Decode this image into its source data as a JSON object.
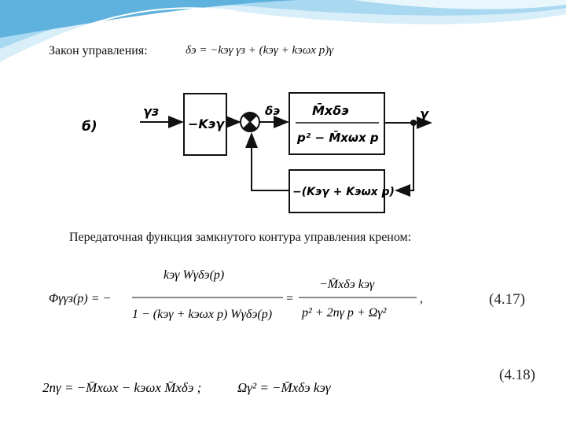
{
  "headings": {
    "control_law": "Закон управления:",
    "transfer_function": "Передаточная функция замкнутого контура управления креном:"
  },
  "control_law_formula": "δэ = −kэγ γз + (kэγ + kэωx p)γ",
  "diagram": {
    "label": "б)",
    "input_signal": "γз",
    "gain_block": "−Kэγ",
    "summer_output": "δэ",
    "plant_numerator": "M̄xδэ",
    "plant_denominator": "p² − M̄xωx p",
    "output_signal": "γ",
    "feedback_block": "−(Kэγ + Kэωx p)"
  },
  "equations": {
    "eq_4_17": {
      "lhs": "Φγγз(p) = −",
      "frac1_num": "kэγ Wγδэ(p)",
      "frac1_den": "1 − (kэγ + kэωx p) Wγδэ(p)",
      "eq": "=",
      "frac2_num": "−M̄xδэ kэγ",
      "frac2_den": "p² + 2nγ p + Ωγ²",
      "tail": ",",
      "number": "(4.17)"
    },
    "eq_4_18": {
      "text1": "2nγ = −M̄xωx − kэωx M̄xδэ ;",
      "text2": "Ωγ² = −M̄xδэ kэγ",
      "number": "(4.18)"
    }
  },
  "colors": {
    "accent_light": "#cfeaf7",
    "accent_mid": "#9fd4ef",
    "accent_dark": "#4aa3d6",
    "ink": "#111111"
  }
}
